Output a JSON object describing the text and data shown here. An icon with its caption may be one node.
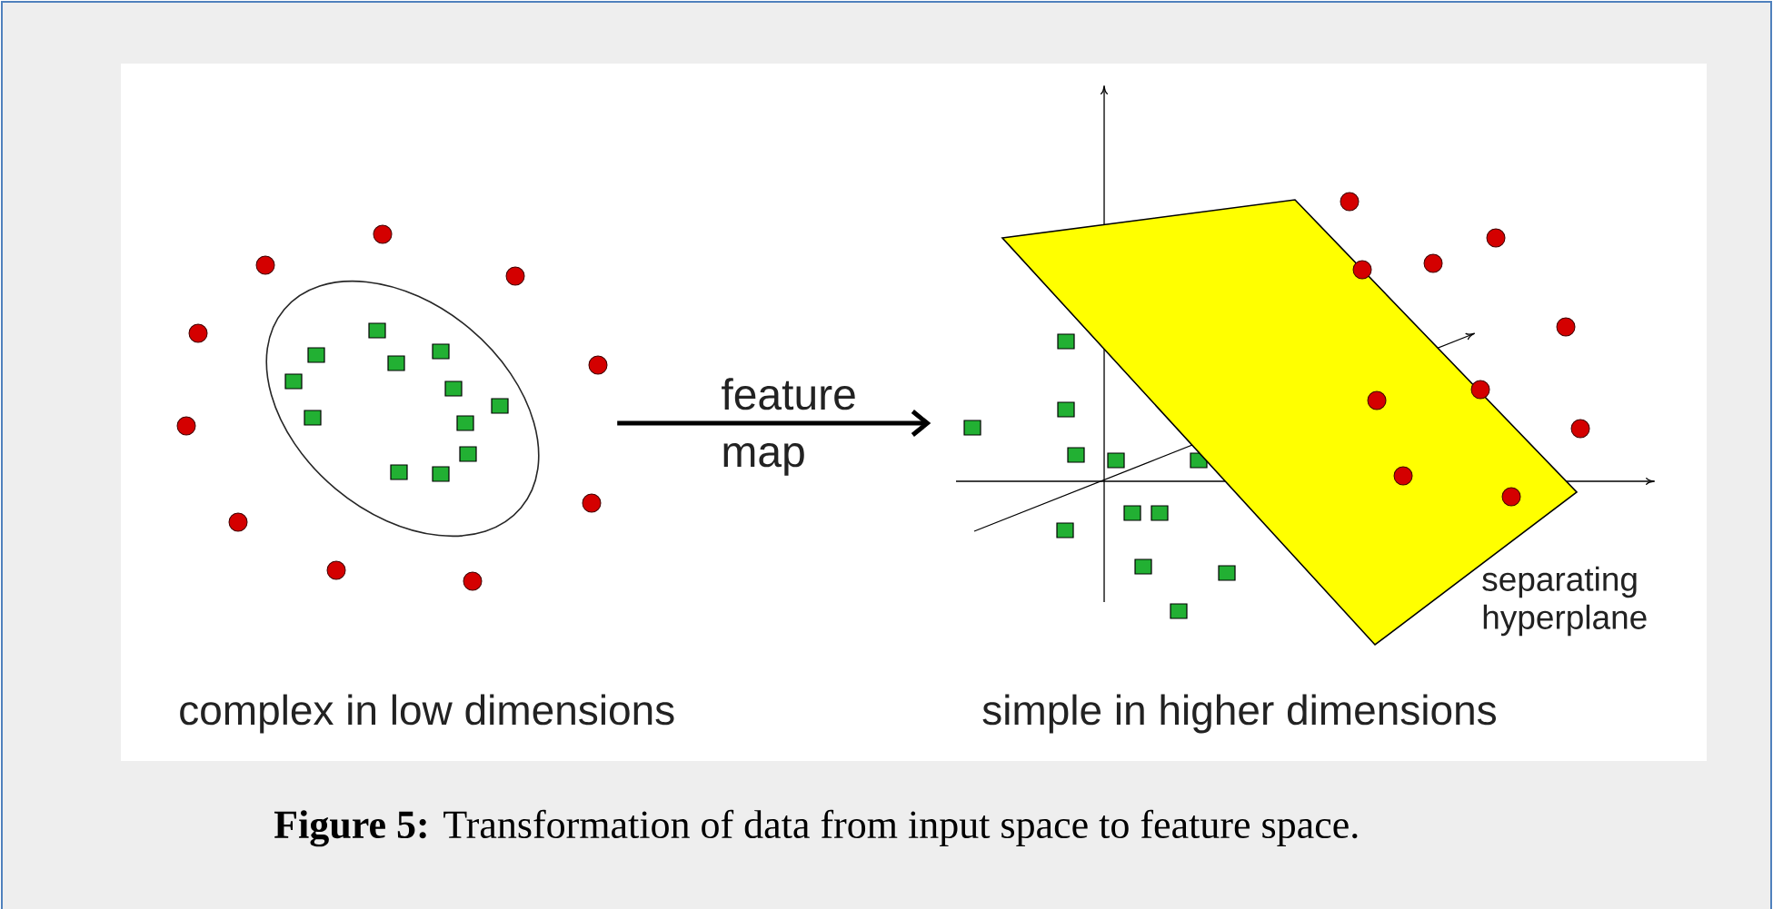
{
  "diagram": {
    "caption": "**Figure 5:** Transformation of data from input space to feature space.",
    "nodes": [
      {
        "text": [],
        "shape": "picture"
      },
      {
        "text": [],
        "shape": "picture"
      }
    ],
    "edges": [
      {
        "from": 0,
        "to": 1,
        "arrow": "to",
        "label": "feature map"
      }
    ],
    "labels": [
      "complex in low dimensions",
      "separating hyperplane",
      "simple in higher dimensions"
    ]
  }
}
